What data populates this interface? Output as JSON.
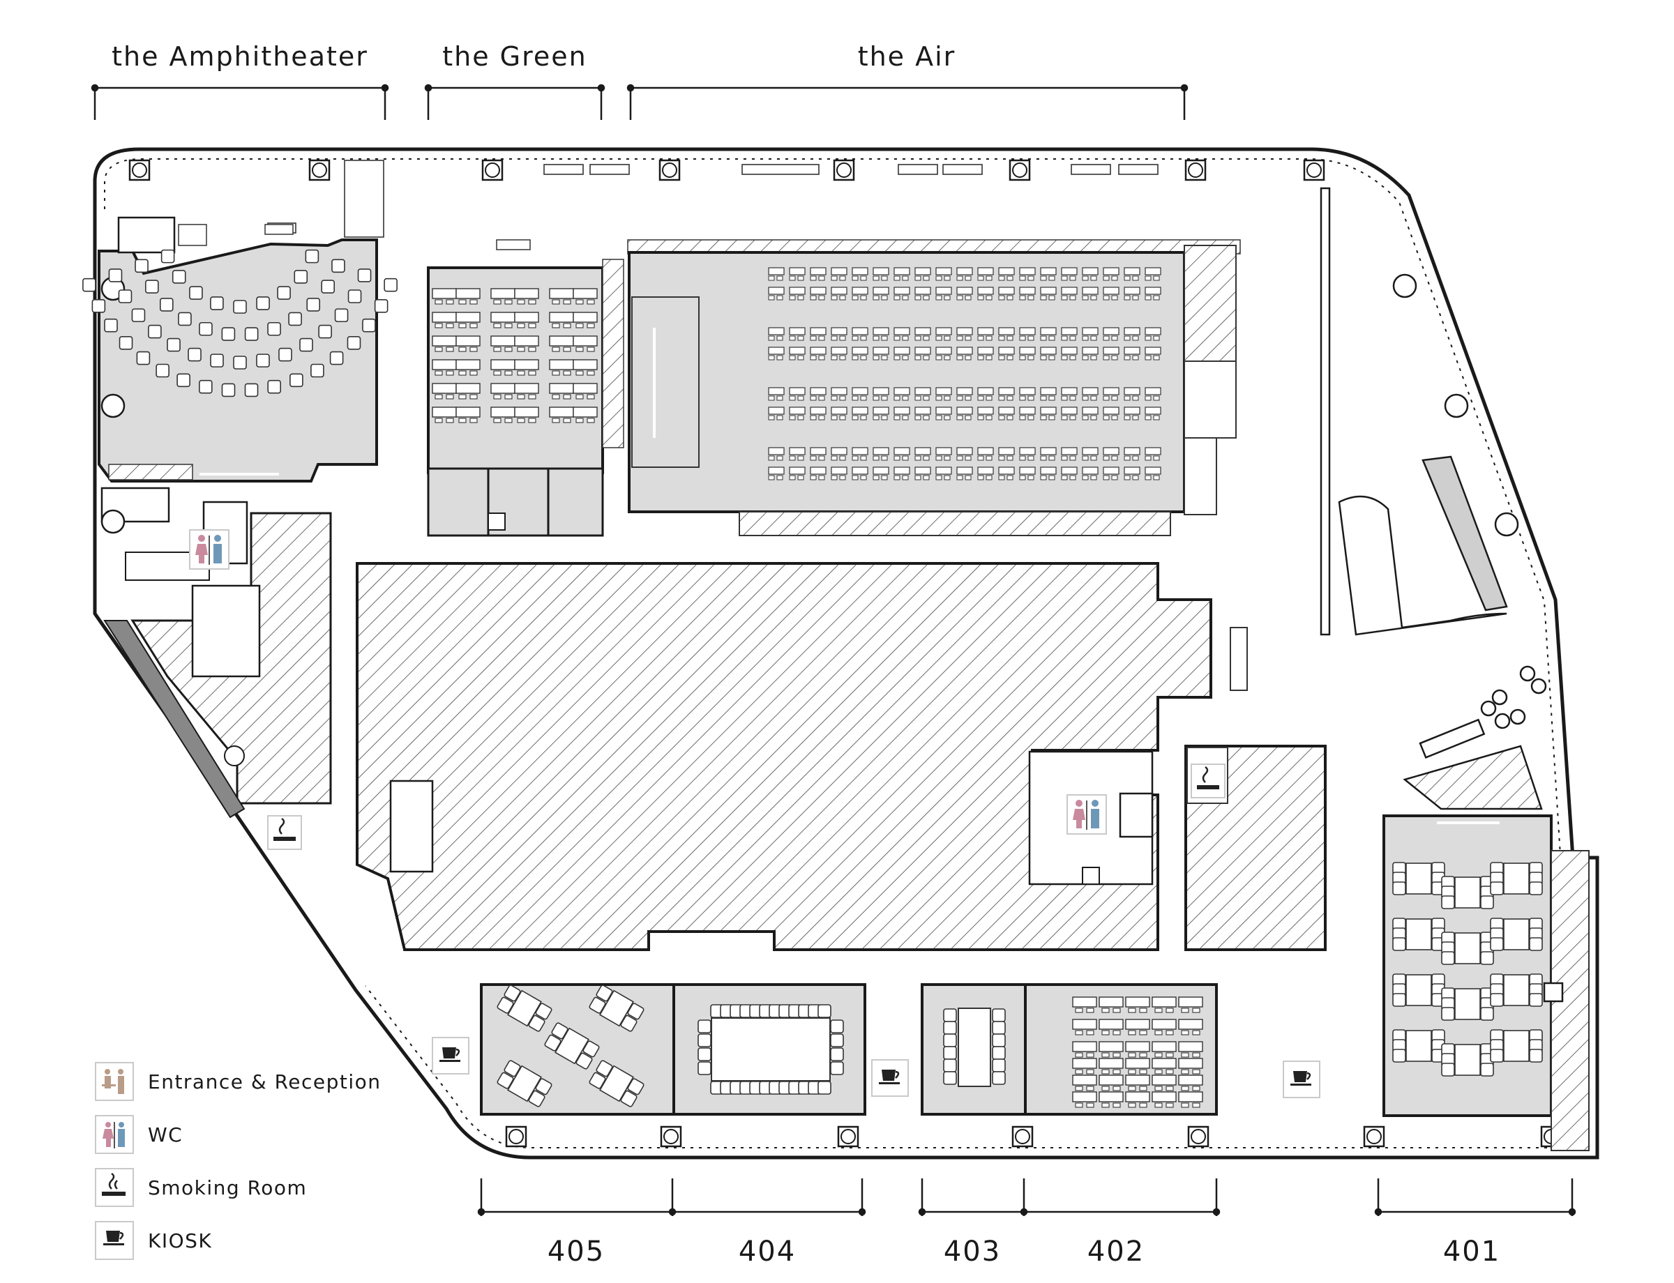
{
  "zones": {
    "amphitheater": "the Amphitheater",
    "green": "the Green",
    "air": "the Air"
  },
  "rooms": {
    "r405": "405",
    "r404": "404",
    "r403": "403",
    "r402": "402",
    "r401": "401"
  },
  "legend": {
    "entrance": "Entrance & Reception",
    "wc": "WC",
    "smoking": "Smoking Room",
    "kiosk": "KIOSK"
  },
  "icons": {
    "entrance": "entrance-reception-icon",
    "wc": "wc-icon",
    "smoking": "smoking-room-icon",
    "kiosk": "kiosk-icon"
  },
  "colors": {
    "room_fill": "#dcdcdc",
    "wall": "#1a1a1a",
    "female": "#c98a9e",
    "male": "#6e98b8",
    "entrance": "#b89c88"
  }
}
